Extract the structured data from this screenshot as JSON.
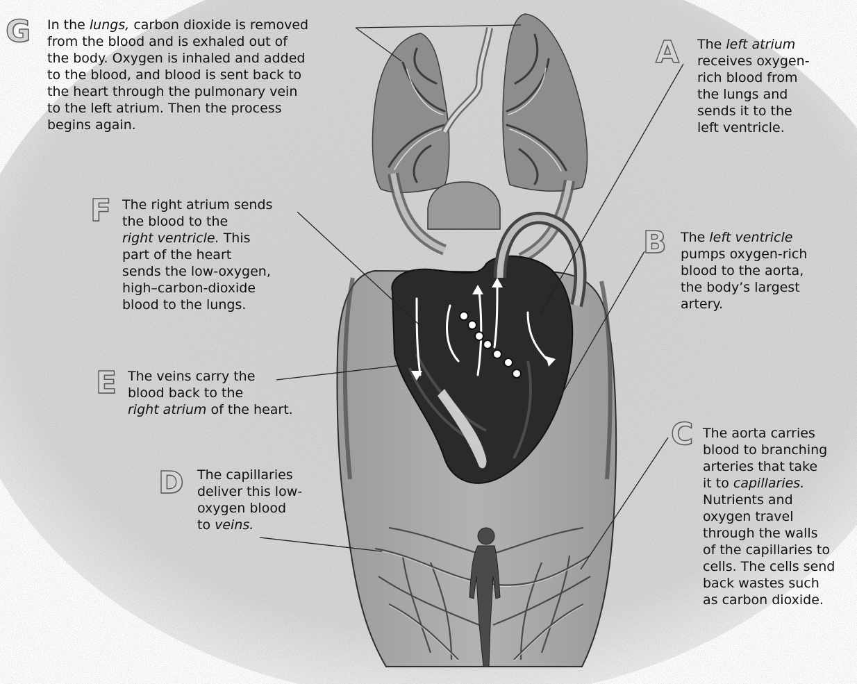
{
  "callouts": [
    {
      "id": "G",
      "letter": "G",
      "lines": [
        [
          {
            "t": "In the "
          },
          {
            "t": "lungs,",
            "i": true
          },
          {
            "t": " carbon dioxide is removed"
          }
        ],
        [
          {
            "t": "from the blood and is exhaled out of"
          }
        ],
        [
          {
            "t": "the body. Oxygen is inhaled and added"
          }
        ],
        [
          {
            "t": "to the blood, and blood is sent back to"
          }
        ],
        [
          {
            "t": "the heart through the pulmonary vein"
          }
        ],
        [
          {
            "t": "to the left atrium. Then the process"
          }
        ],
        [
          {
            "t": "begins again."
          }
        ]
      ]
    },
    {
      "id": "A",
      "letter": "A",
      "lines": [
        [
          {
            "t": "The "
          },
          {
            "t": "left atrium",
            "i": true
          }
        ],
        [
          {
            "t": "receives oxygen-"
          }
        ],
        [
          {
            "t": "rich blood from"
          }
        ],
        [
          {
            "t": "the lungs and"
          }
        ],
        [
          {
            "t": "sends it to the"
          }
        ],
        [
          {
            "t": "left ventricle."
          }
        ]
      ]
    },
    {
      "id": "F",
      "letter": "F",
      "lines": [
        [
          {
            "t": "The right atrium sends"
          }
        ],
        [
          {
            "t": "the blood to the"
          }
        ],
        [
          {
            "t": "right ventricle.",
            "i": true
          },
          {
            "t": " This"
          }
        ],
        [
          {
            "t": "part of the heart"
          }
        ],
        [
          {
            "t": "sends the low-oxygen,"
          }
        ],
        [
          {
            "t": "high–carbon-dioxide"
          }
        ],
        [
          {
            "t": "blood to the lungs."
          }
        ]
      ]
    },
    {
      "id": "B",
      "letter": "B",
      "lines": [
        [
          {
            "t": "The "
          },
          {
            "t": "left ventricle",
            "i": true
          }
        ],
        [
          {
            "t": "pumps oxygen-rich"
          }
        ],
        [
          {
            "t": "blood to the aorta,"
          }
        ],
        [
          {
            "t": "the body’s largest"
          }
        ],
        [
          {
            "t": "artery."
          }
        ]
      ]
    },
    {
      "id": "E",
      "letter": "E",
      "lines": [
        [
          {
            "t": "The veins carry the"
          }
        ],
        [
          {
            "t": "blood back to the"
          }
        ],
        [
          {
            "t": "right atrium",
            "i": true
          },
          {
            "t": " of the heart."
          }
        ]
      ]
    },
    {
      "id": "D",
      "letter": "D",
      "lines": [
        [
          {
            "t": "The capillaries"
          }
        ],
        [
          {
            "t": "deliver this low-"
          }
        ],
        [
          {
            "t": "oxygen blood"
          }
        ],
        [
          {
            "t": "to "
          },
          {
            "t": "veins.",
            "i": true
          }
        ]
      ]
    },
    {
      "id": "C",
      "letter": "C",
      "lines": [
        [
          {
            "t": "The aorta carries"
          }
        ],
        [
          {
            "t": "blood to branching"
          }
        ],
        [
          {
            "t": "arteries that take"
          }
        ],
        [
          {
            "t": "it to "
          },
          {
            "t": "capillaries.",
            "i": true
          }
        ],
        [
          {
            "t": "Nutrients and"
          }
        ],
        [
          {
            "t": "oxygen travel"
          }
        ],
        [
          {
            "t": "through the walls"
          }
        ],
        [
          {
            "t": "of the capillaries to"
          }
        ],
        [
          {
            "t": "cells. The cells send"
          }
        ],
        [
          {
            "t": "back wastes such"
          }
        ],
        [
          {
            "t": "as carbon dioxide."
          }
        ]
      ]
    }
  ],
  "colors": {
    "background_halo": "#cfcfcf",
    "body_fill": "#a9a9a9",
    "lung_fill": "#8c8c8c",
    "heart_dark": "#262626",
    "vessel_light": "#e8e8e8",
    "text": "#111111"
  }
}
